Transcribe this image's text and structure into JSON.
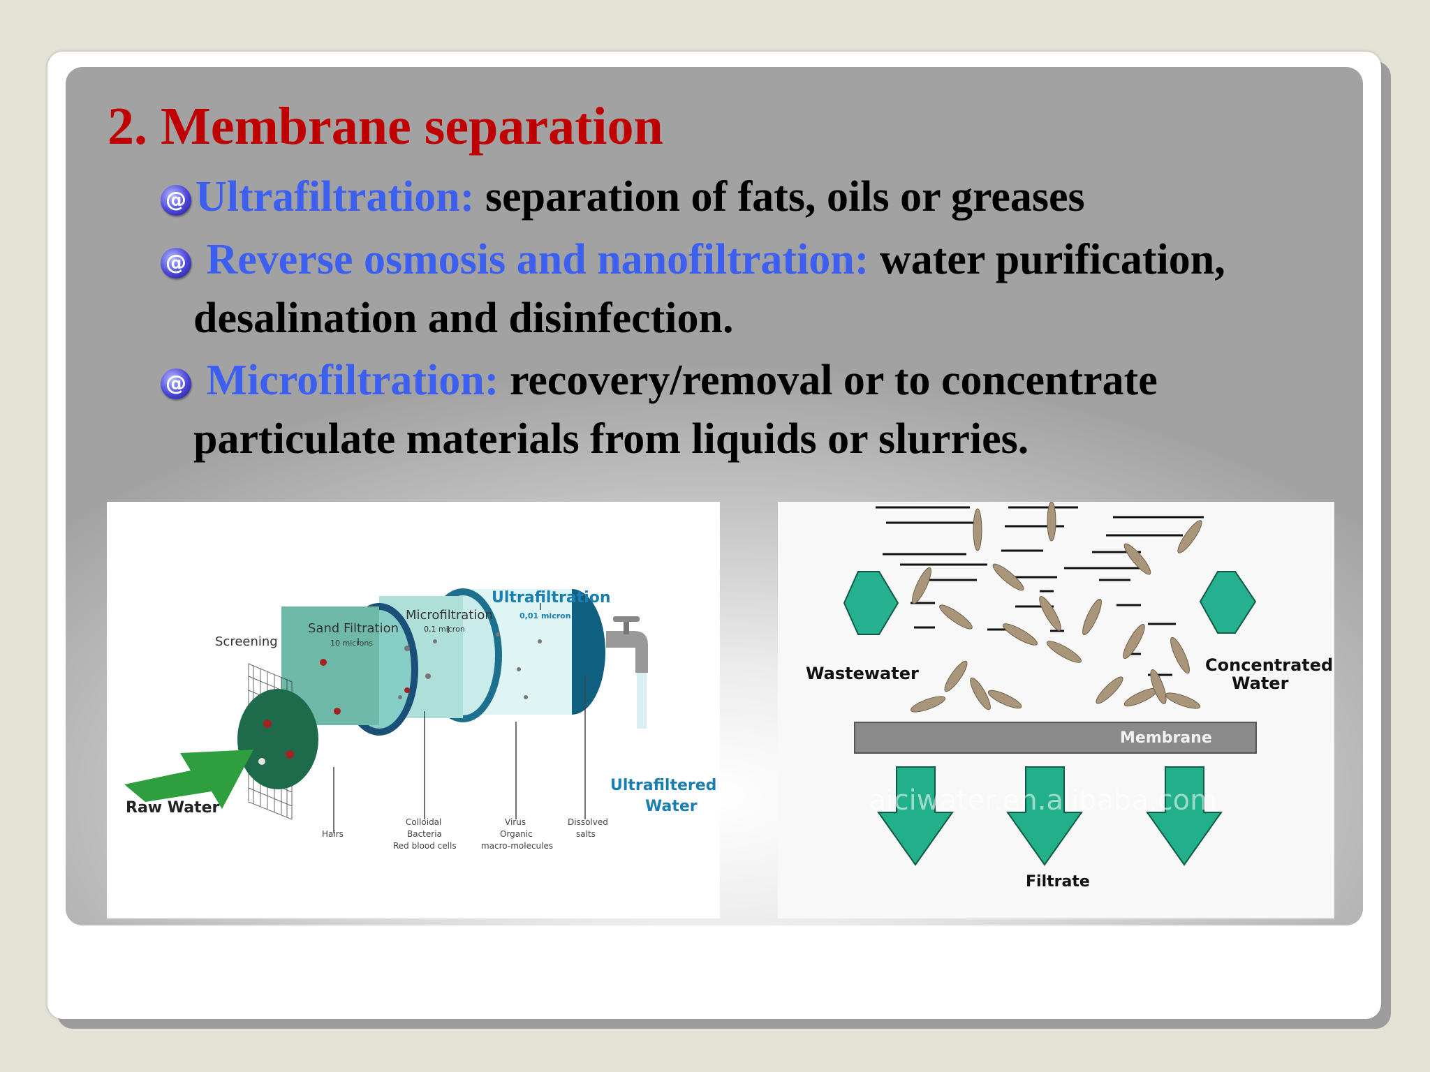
{
  "slide": {
    "title": "2. Membrane separation",
    "bullets": [
      {
        "term": "Ultrafiltration:",
        "text": " separation of fats, oils or greases"
      },
      {
        "term": " Reverse osmosis and nanofiltration:",
        "text": " water purification,",
        "continuation": "desalination and disinfection."
      },
      {
        "term": " Microfiltration:",
        "text": " recovery/removal or to concentrate",
        "continuation": "particulate materials from liquids or slurries."
      }
    ],
    "bullet_icon": "at-sign-bullet-icon",
    "colors": {
      "title": "#c00000",
      "term": "#3c5ff0",
      "body": "#000000"
    }
  },
  "figure_left": {
    "labels": {
      "screening": "Screening",
      "sand_filtration": "Sand Filtration",
      "sand_microns": "10 microns",
      "microfiltration": "Microfiltration",
      "micro_microns": "0,1 micron",
      "ultrafiltration": "Ultrafiltration",
      "ultra_microns": "0,01 micron",
      "raw_water": "Raw Water",
      "ultrafiltered": "Ultrafiltered",
      "water": "Water",
      "hairs": "Hairs",
      "colloidal": "Colloidal",
      "bacteria": "Bacteria",
      "red_blood_cells": "Red blood cells",
      "virus": "Virus",
      "organic": "Organic",
      "macro_molecules": "macro-molecules",
      "dissolved": "Dissolved",
      "salts": "salts"
    }
  },
  "figure_right": {
    "labels": {
      "wastewater": "Wastewater",
      "concentrated": "Concentrated",
      "water": "Water",
      "membrane": "Membrane",
      "filtrate": "Filtrate",
      "watermark": "aiciwater.en.alibaba.com"
    }
  }
}
